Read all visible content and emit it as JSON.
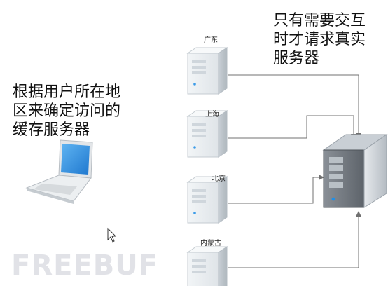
{
  "left_note": "根据用户所在地\n区来确定访问的\n缓存服务器",
  "right_note": "只有需要交互\n时才请求真实\n服务器",
  "cities": [
    "广东",
    "上海",
    "北京",
    "内蒙古"
  ],
  "watermark": "FREEBUF",
  "icons": {
    "client": "laptop-icon",
    "cache_server": "cache-server-icon",
    "origin_server": "origin-server-icon",
    "cursor": "mouse-cursor-icon"
  },
  "colors": {
    "line": "#707070",
    "laptop_screen": "#2b8be0",
    "server_body": "#e8ecee",
    "origin_server": "#5a6068"
  }
}
